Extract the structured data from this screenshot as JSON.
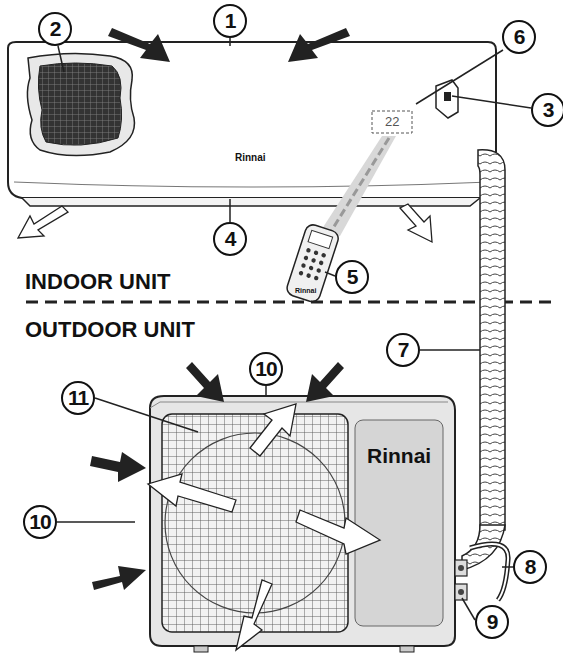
{
  "diagram": {
    "labels": [
      "1",
      "2",
      "3",
      "4",
      "5",
      "6",
      "7",
      "8",
      "9",
      "10",
      "10",
      "11",
      "INDOOR UNIT",
      "OUTDOOR UNIT",
      "Rinnai",
      "22",
      "Rinnai",
      "Rinnai"
    ]
  }
}
